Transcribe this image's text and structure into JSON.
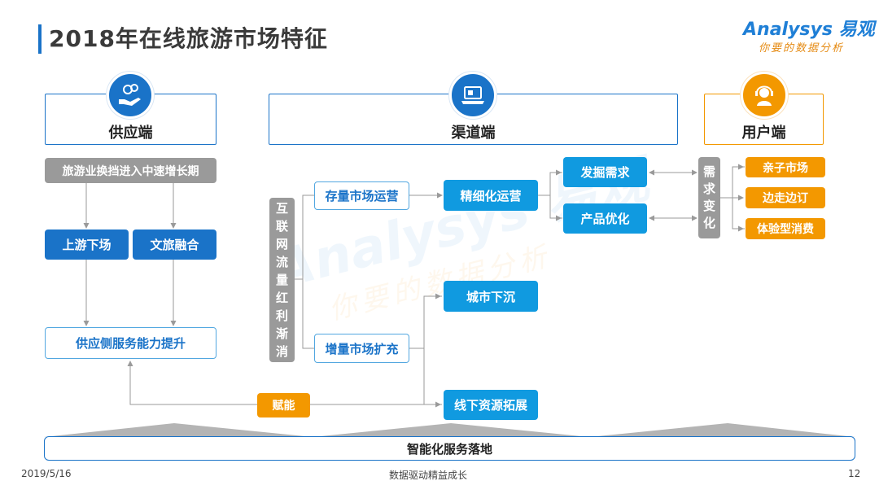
{
  "title": "2018年在线旅游市场特征",
  "logo": {
    "brand": "Analysys 易观",
    "tagline": "你要的数据分析"
  },
  "columns": {
    "supply": {
      "label": "供应端",
      "icon": "hand-coins-icon"
    },
    "channel": {
      "label": "渠道端",
      "icon": "laptop-icon"
    },
    "user": {
      "label": "用户端",
      "icon": "headset-user-icon"
    }
  },
  "supply": {
    "stage": "旅游业换挡进入中速增长期",
    "upstream": "上游下场",
    "culture": "文旅融合",
    "capability": "供应侧服务能力提升"
  },
  "channel": {
    "traffic": "互联网流量红利渐消",
    "stock": "存量市场运营",
    "refine": "精细化运营",
    "demand": "发掘需求",
    "product": "产品优化",
    "increment": "增量市场扩充",
    "city": "城市下沉",
    "offline": "线下资源拓展",
    "empower": "赋能"
  },
  "user": {
    "change": "需求变化",
    "items": [
      "亲子市场",
      "边走边订",
      "体验型消费"
    ]
  },
  "bottom": "智能化服务落地",
  "footer": {
    "date": "2019/5/16",
    "center": "数据驱动精益成长",
    "page": "12"
  },
  "watermark": {
    "brand": "Analysys 易观",
    "tagline": "你要的数据分析"
  },
  "colors": {
    "blue": "#1a73c8",
    "sky": "#109ae0",
    "orange": "#f39800",
    "gray": "#9a9a9a"
  }
}
